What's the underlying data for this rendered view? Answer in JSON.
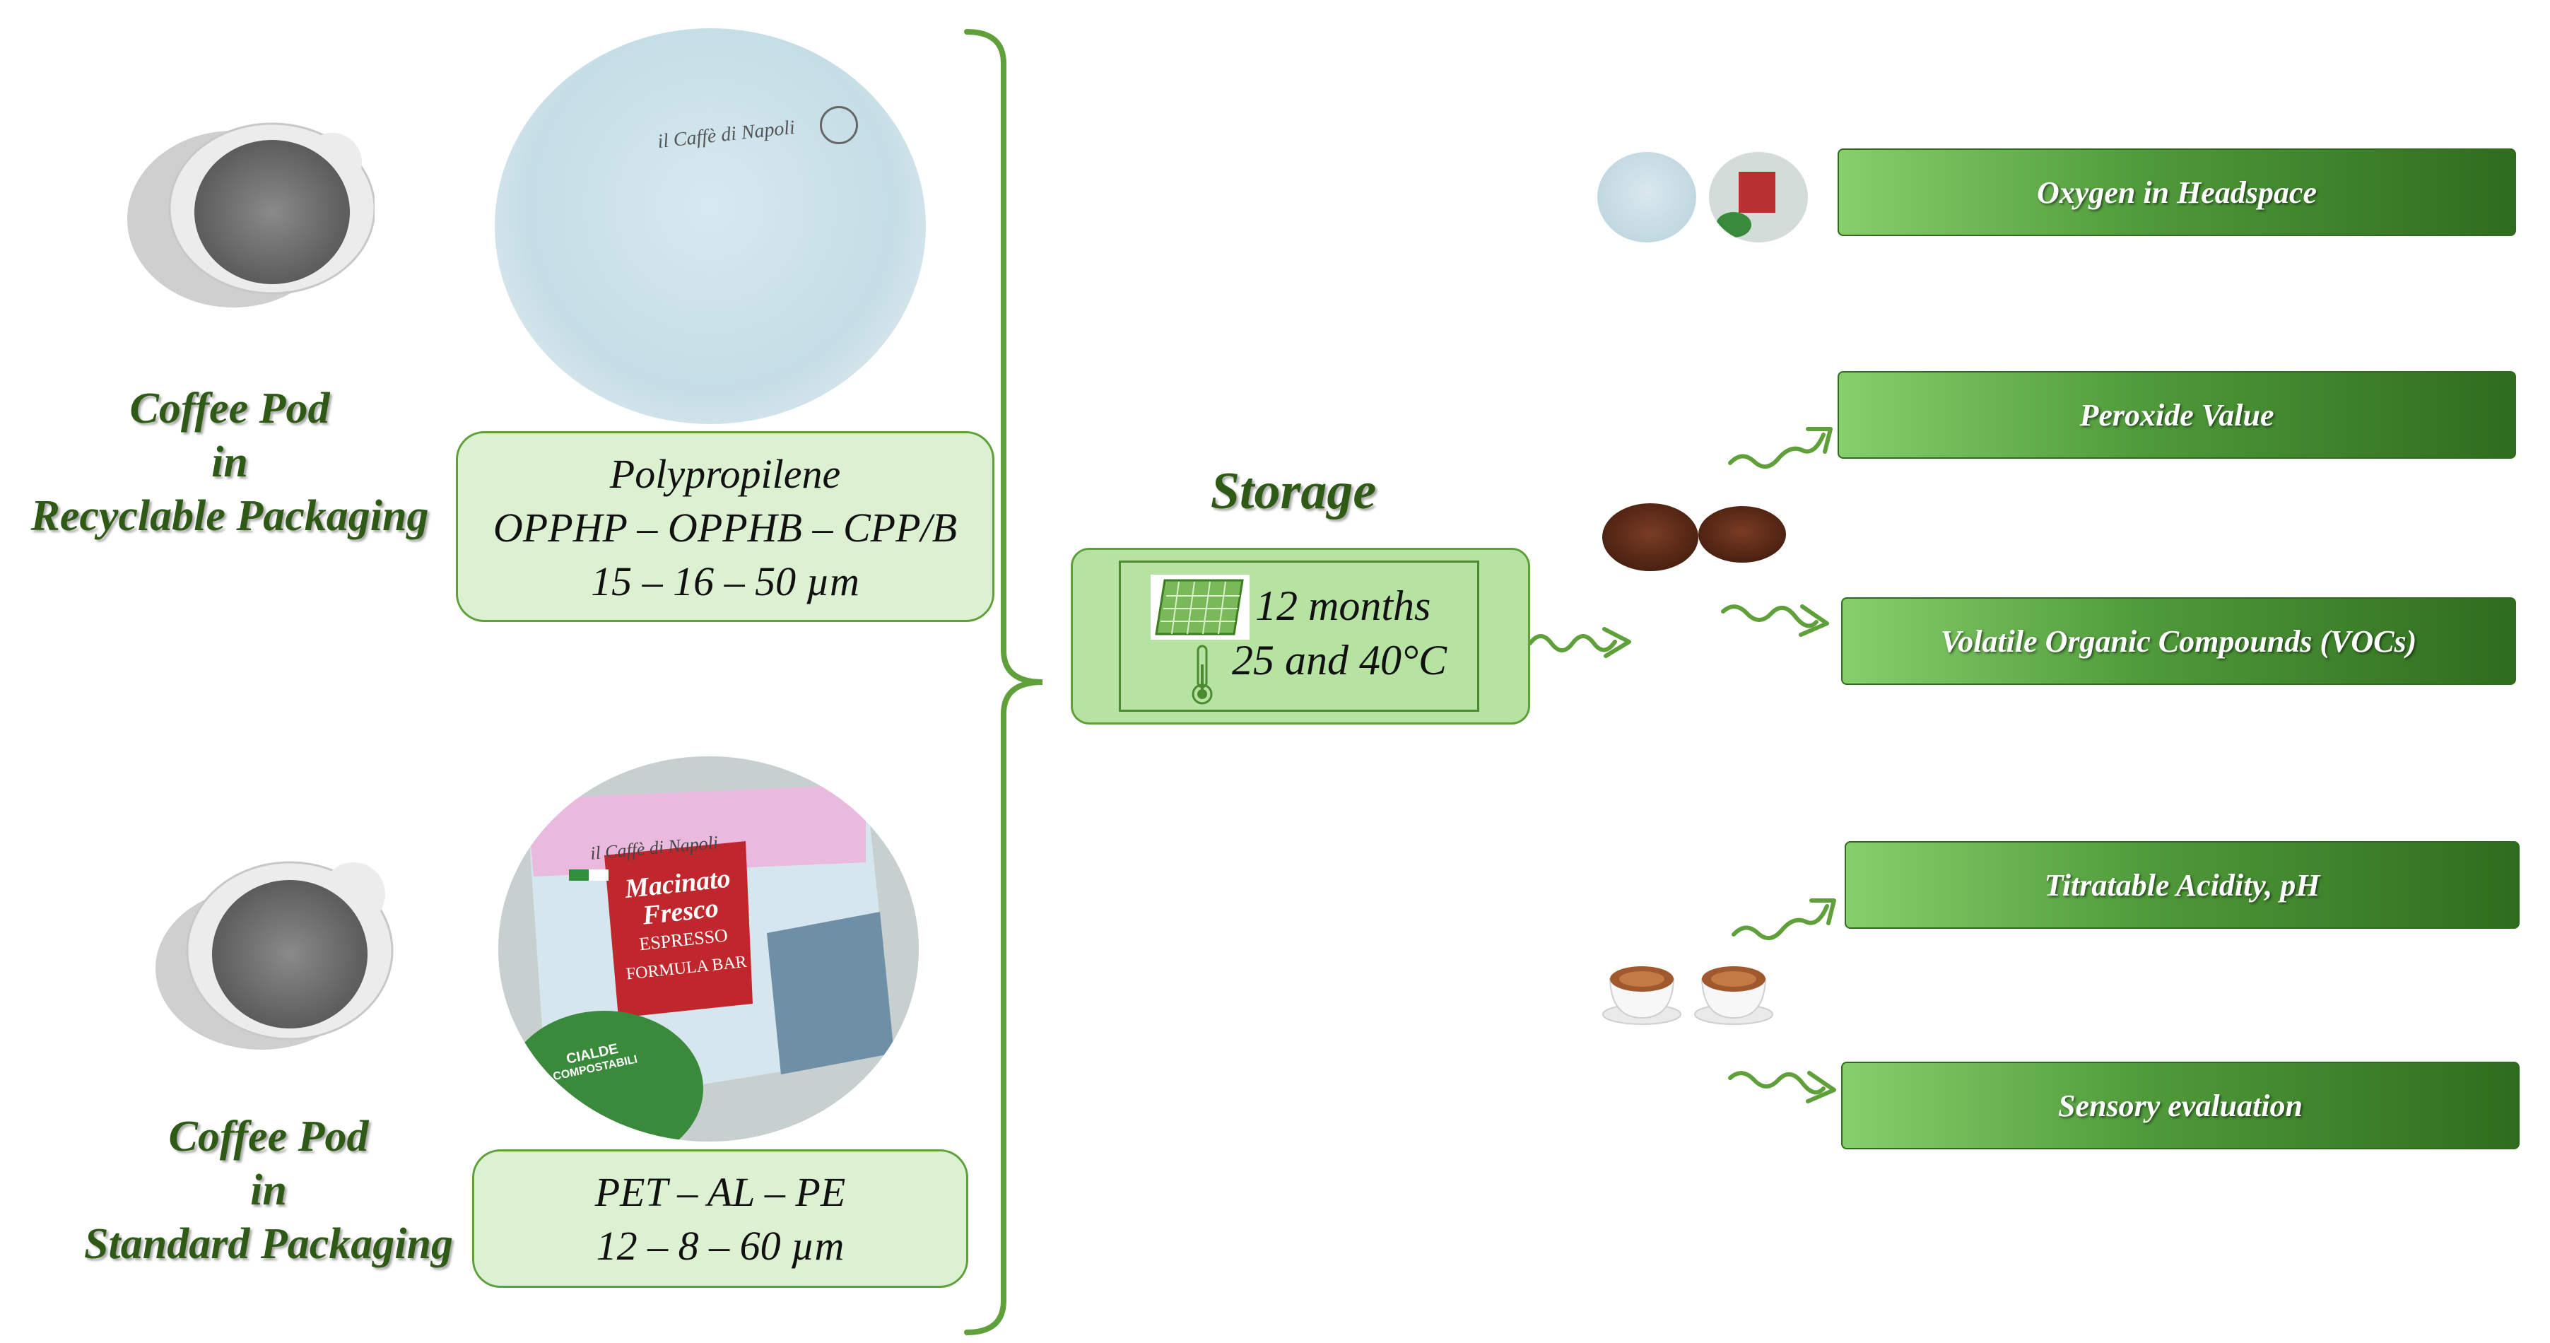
{
  "recyclable": {
    "label_line1": "Coffee Pod",
    "label_line2": "in",
    "label_line3": "Recyclable Packaging",
    "material": "Polypropilene",
    "layers": "OPPHP – OPPHB – CPP/B",
    "thickness": "15 – 16 – 50 µm",
    "brand_print": "il Caffè di Napoli"
  },
  "standard": {
    "label_line1": "Coffee Pod",
    "label_line2": "in",
    "label_line3": "Standard Packaging",
    "layers": "PET – AL – PE",
    "thickness": "12 – 8 – 60 µm",
    "brand_print": "il Caffè di Napoli",
    "product_line1": "Macinato",
    "product_line2": "Fresco",
    "product_line3": "ESPRESSO",
    "product_line4": "FORMULA BAR",
    "badge_line1": "CIALDE",
    "badge_line2": "COMPOSTABILI"
  },
  "storage": {
    "title": "Storage",
    "duration": "12 months",
    "temperature": "25 and 40°C"
  },
  "analyses": [
    {
      "label": "Oxygen in Headspace"
    },
    {
      "label": "Peroxide Value"
    },
    {
      "label": "Volatile Organic Compounds (VOCs)"
    },
    {
      "label": "Titratable Acidity, pH"
    },
    {
      "label": "Sensory evaluation"
    }
  ],
  "colors": {
    "accent_green": "#5fa03a",
    "dark_green": "#2e5a16",
    "box_fill": "#dcf1d2"
  }
}
